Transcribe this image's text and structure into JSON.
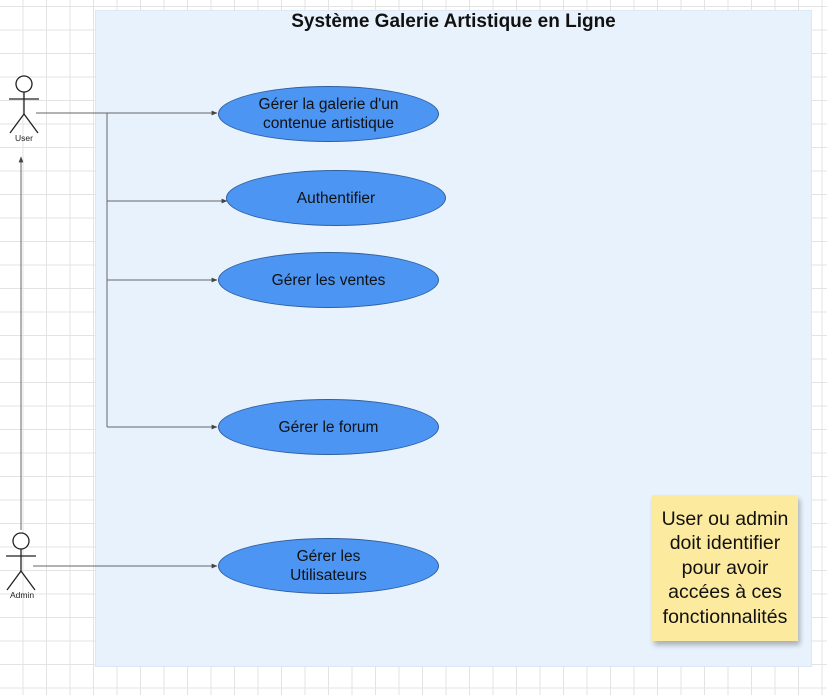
{
  "system": {
    "title": "Système  Galerie Artistique en Ligne"
  },
  "actors": {
    "user": {
      "label": "User"
    },
    "admin": {
      "label": "Admin"
    }
  },
  "use_cases": {
    "galerie": {
      "label": "Gérer  la galerie d'un\ncontenue artistique"
    },
    "authentifier": {
      "label": "Authentifier"
    },
    "ventes": {
      "label": "Gérer  les ventes"
    },
    "forum": {
      "label": "Gérer  le forum"
    },
    "utilisateurs": {
      "label": "Gérer  les\nUtilisateurs"
    }
  },
  "note": {
    "text": "User ou admin doit identifier pour avoir accées à ces fonctionnalités"
  },
  "colors": {
    "use_case_fill": "#4c95f2",
    "system_fill": "#e8f2fd",
    "note_fill": "#fcea9f",
    "connector": "#666666"
  }
}
